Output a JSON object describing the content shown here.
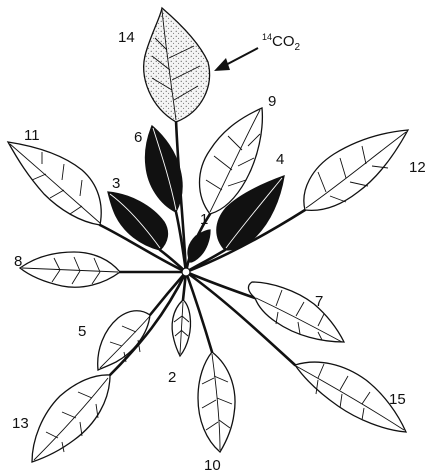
{
  "leaf_labels": {
    "l1": "1",
    "l2": "2",
    "l3": "3",
    "l4": "4",
    "l5": "5",
    "l6": "6",
    "l7": "7",
    "l8": "8",
    "l9": "9",
    "l10": "10",
    "l11": "11",
    "l12": "12",
    "l13": "13",
    "l14": "14",
    "l15": "15"
  },
  "annotation": {
    "superscript": "14",
    "main": "CO",
    "subscript": "2"
  },
  "colors": {
    "ink": "#111111",
    "background": "#ffffff"
  }
}
